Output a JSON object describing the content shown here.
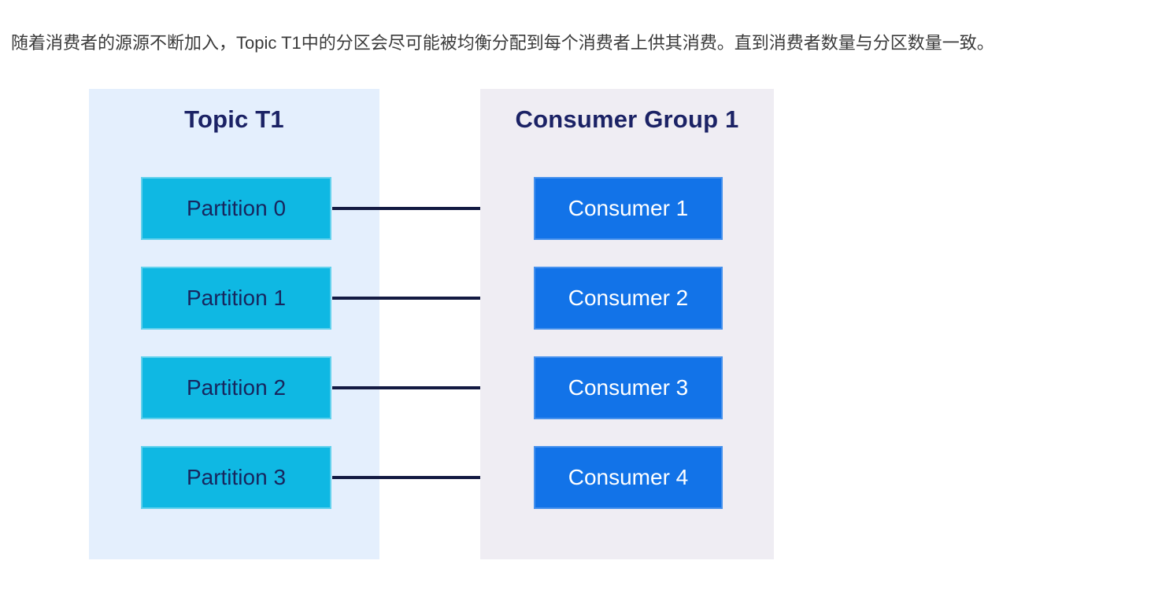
{
  "intro": {
    "text": "随着消费者的源源不断加入，Topic T1中的分区会尽可能被均衡分配到每个消费者上供其消费。直到消费者数量与分区数量一致。"
  },
  "diagram": {
    "topic_panel": {
      "title": "Topic T1"
    },
    "consumer_panel": {
      "title": "Consumer Group 1"
    },
    "rows": [
      {
        "partition": "Partition 0",
        "consumer": "Consumer 1"
      },
      {
        "partition": "Partition 1",
        "consumer": "Consumer 2"
      },
      {
        "partition": "Partition 2",
        "consumer": "Consumer 3"
      },
      {
        "partition": "Partition 3",
        "consumer": "Consumer 4"
      }
    ]
  },
  "colors": {
    "panel_blue": "#e4effd",
    "panel_lavender": "#efedf3",
    "cyan": "#0fb8e3",
    "blue": "#1273e8",
    "navy_header": "#1b2265",
    "navy_text": "#17265e",
    "arrow": "#131a42",
    "intro_text": "#3a3a3a"
  }
}
